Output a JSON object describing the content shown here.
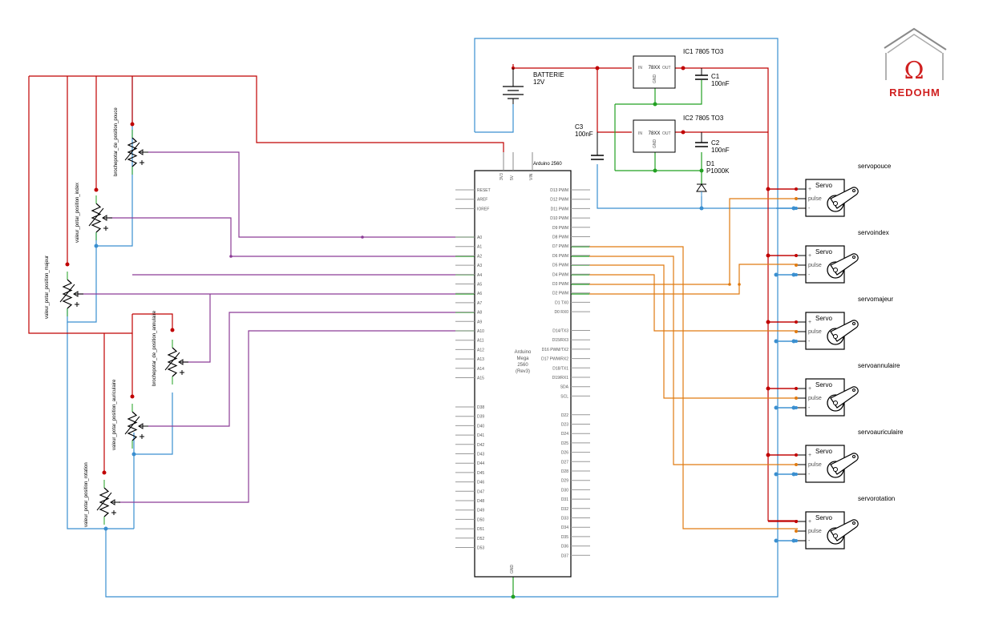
{
  "logo": {
    "text": "REDOHM",
    "color": "#d02020"
  },
  "colors": {
    "power": "#c00000",
    "ground": "#3a8fd0",
    "analog": "#8c3c96",
    "pwm": "#e07a10",
    "green": "#22a022"
  },
  "arduino": {
    "title": "Arduino 2560",
    "name_lines": [
      "Arduino",
      "Mega",
      "2560",
      "(Rev3)"
    ],
    "top_pins": [
      "3V3",
      "5V",
      "VIN"
    ],
    "gnd_label": "GND",
    "left_pins_top": [
      "RESET",
      "AREF",
      "IOREF"
    ],
    "left_pins_analog": [
      "A0",
      "A1",
      "A2",
      "A3",
      "A4",
      "A5",
      "A6",
      "A7",
      "A8",
      "A9",
      "A10",
      "A11",
      "A12",
      "A13",
      "A14",
      "A15"
    ],
    "left_pins_digital": [
      "D38",
      "D39",
      "D40",
      "D41",
      "D42",
      "D43",
      "D44",
      "D45",
      "D46",
      "D47",
      "D48",
      "D49",
      "D50",
      "D51",
      "D52",
      "D53"
    ],
    "right_pins": [
      "D13 PWM",
      "D12 PWM",
      "D11 PWM",
      "D10 PWM",
      "D9 PWM",
      "D8 PWM",
      "D7 PWM",
      "D6 PWM",
      "D5 PWM",
      "D4 PWM",
      "D3 PWM",
      "D2 PWM",
      "D1 TX0",
      "D0 RX0",
      "",
      "D14/TX3",
      "D15/RX3",
      "D16 PWM/TX2",
      "D17 PWM/RX2",
      "D18/TX1",
      "D19/RX1",
      "SDA",
      "SCL",
      "",
      "D22",
      "D23",
      "D24",
      "D25",
      "D26",
      "D27",
      "D28",
      "D29",
      "D30",
      "D31",
      "D32",
      "D33",
      "D34",
      "D35",
      "D36",
      "D37"
    ]
  },
  "battery": {
    "name": "BATTERIE",
    "value": "12V"
  },
  "regulators": [
    {
      "ref": "IC1",
      "name": "7805 TO3",
      "chip": "78XX",
      "in": "IN",
      "out": "OUT",
      "gnd": "GND"
    },
    {
      "ref": "IC2",
      "name": "7805 TO3",
      "chip": "78XX",
      "in": "IN",
      "out": "OUT",
      "gnd": "GND"
    }
  ],
  "capacitors": [
    {
      "ref": "C1",
      "value": "100nF"
    },
    {
      "ref": "C2",
      "value": "100nF"
    },
    {
      "ref": "C3",
      "value": "100nF"
    }
  ],
  "diode": {
    "ref": "D1",
    "value": "P1000K"
  },
  "potentiometers": [
    "brochepotar_de_position_pouce",
    "valeur_potar_position_index",
    "valeur_potar_position_majeur",
    "brochepotar_de_position_annulaire",
    "valeur_potar_position_auriculaire",
    "valeur_potar_position_rotation"
  ],
  "servos": [
    {
      "name": "servopouce",
      "title": "Servo",
      "pins": [
        "+",
        "pulse",
        "-"
      ]
    },
    {
      "name": "servoindex",
      "title": "Servo",
      "pins": [
        "+",
        "pulse",
        "-"
      ]
    },
    {
      "name": "servomajeur",
      "title": "Servo",
      "pins": [
        "+",
        "pulse",
        "-"
      ]
    },
    {
      "name": "servoannulaire",
      "title": "Servo",
      "pins": [
        "+",
        "pulse",
        "-"
      ]
    },
    {
      "name": "servoauriculaire",
      "title": "Servo",
      "pins": [
        "+",
        "pulse",
        "-"
      ]
    },
    {
      "name": "servorotation",
      "title": "Servo",
      "pins": [
        "+",
        "pulse",
        "-"
      ]
    }
  ]
}
